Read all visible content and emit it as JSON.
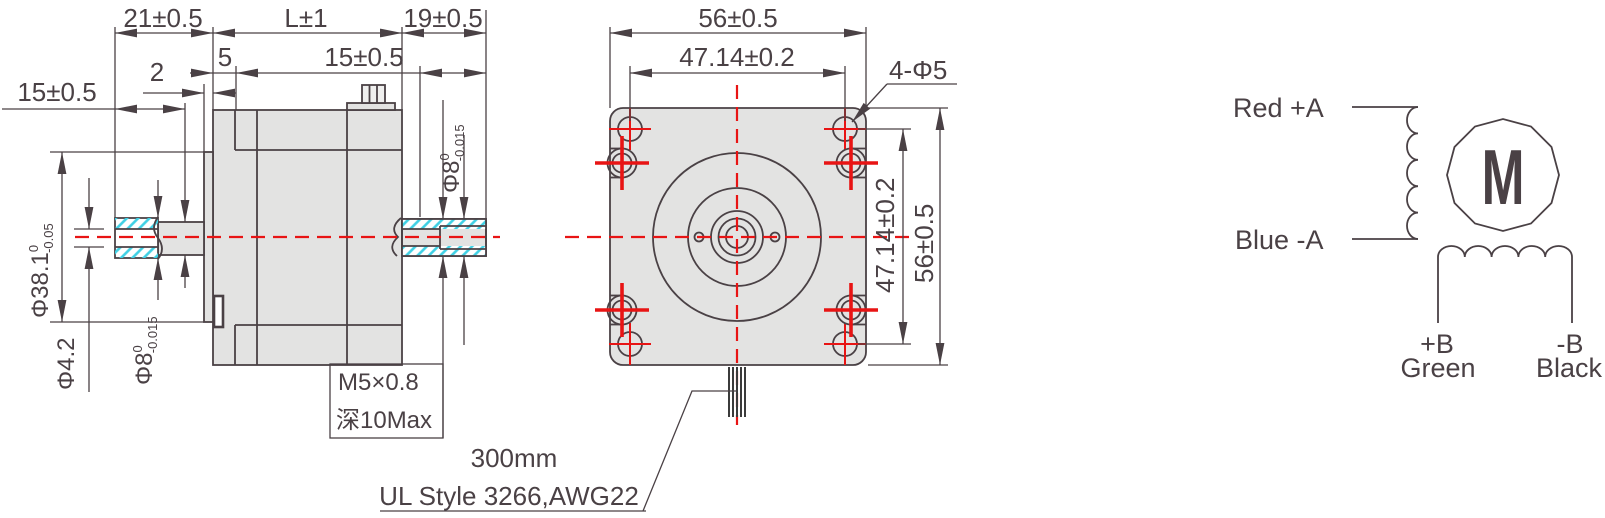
{
  "side_view": {
    "dim_shaft_front": "21±0.5",
    "dim_body_length": "L±1",
    "dim_shaft_rear": "19±0.5",
    "dim_pilot_depth": "5",
    "dim_rear_flat": "15±0.5",
    "dim_boss_step": "2",
    "dim_front_flat": "15±0.5",
    "dia_pilot": {
      "base": "Φ38.1",
      "sup": "0",
      "sub": "-0.05"
    },
    "dia_bore": "Φ4.2",
    "dia_shaft_front": {
      "base": "Φ8",
      "sup": "0",
      "sub": "-0.015"
    },
    "dia_shaft_rear": {
      "base": "Φ8",
      "sup": "0",
      "sub": "-0.015"
    },
    "note_thread": "M5×0.8",
    "note_depth": "深10Max"
  },
  "front_view": {
    "dim_width": "56±0.5",
    "dim_hole_spacing_h": "47.14±0.2",
    "dim_holes": "4-Φ5",
    "dim_hole_spacing_v": "47.14±0.2",
    "dim_height": "56±0.5",
    "note_lead_length": "300mm",
    "note_lead_spec": "UL Style 3266,AWG22"
  },
  "wiring_diagram": {
    "lead_a_pos": "Red +A",
    "lead_a_neg": "Blue -A",
    "motor_symbol": "M",
    "lead_b_pos": "+B",
    "lead_b_pos_color": "Green",
    "lead_b_neg": "-B",
    "lead_b_neg_color": "Black"
  },
  "colors": {
    "line": "#4a4145",
    "fill": "#e3e3e2",
    "red": "#e81414",
    "hatch": "#3fd0e4"
  }
}
